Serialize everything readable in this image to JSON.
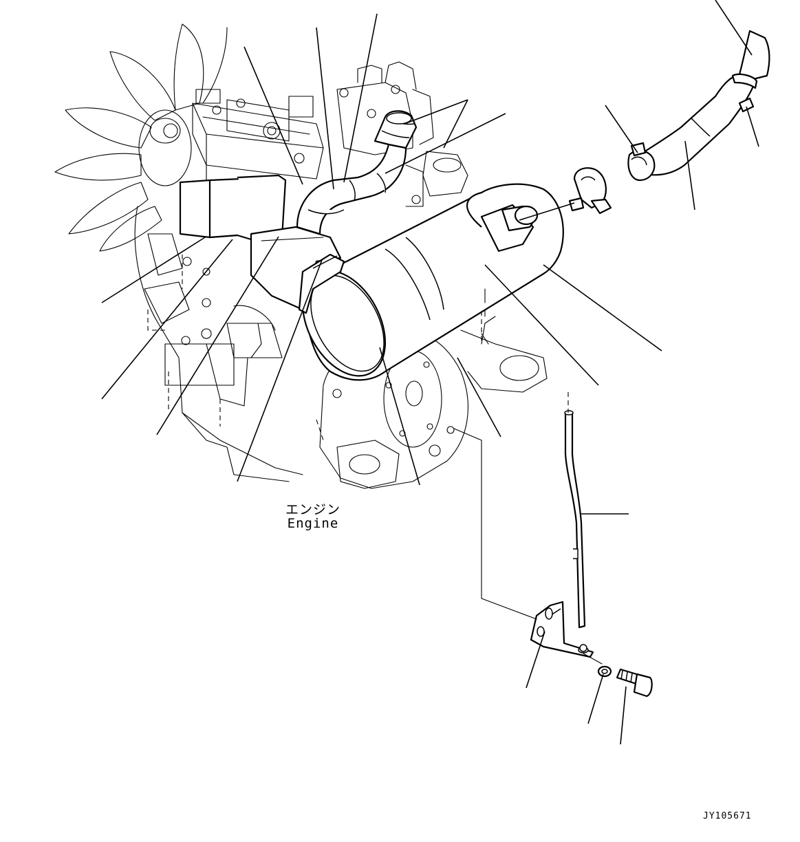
{
  "engine_label": {
    "ja": "エンジン",
    "en": "Engine"
  },
  "drawing_code": "JY105671"
}
